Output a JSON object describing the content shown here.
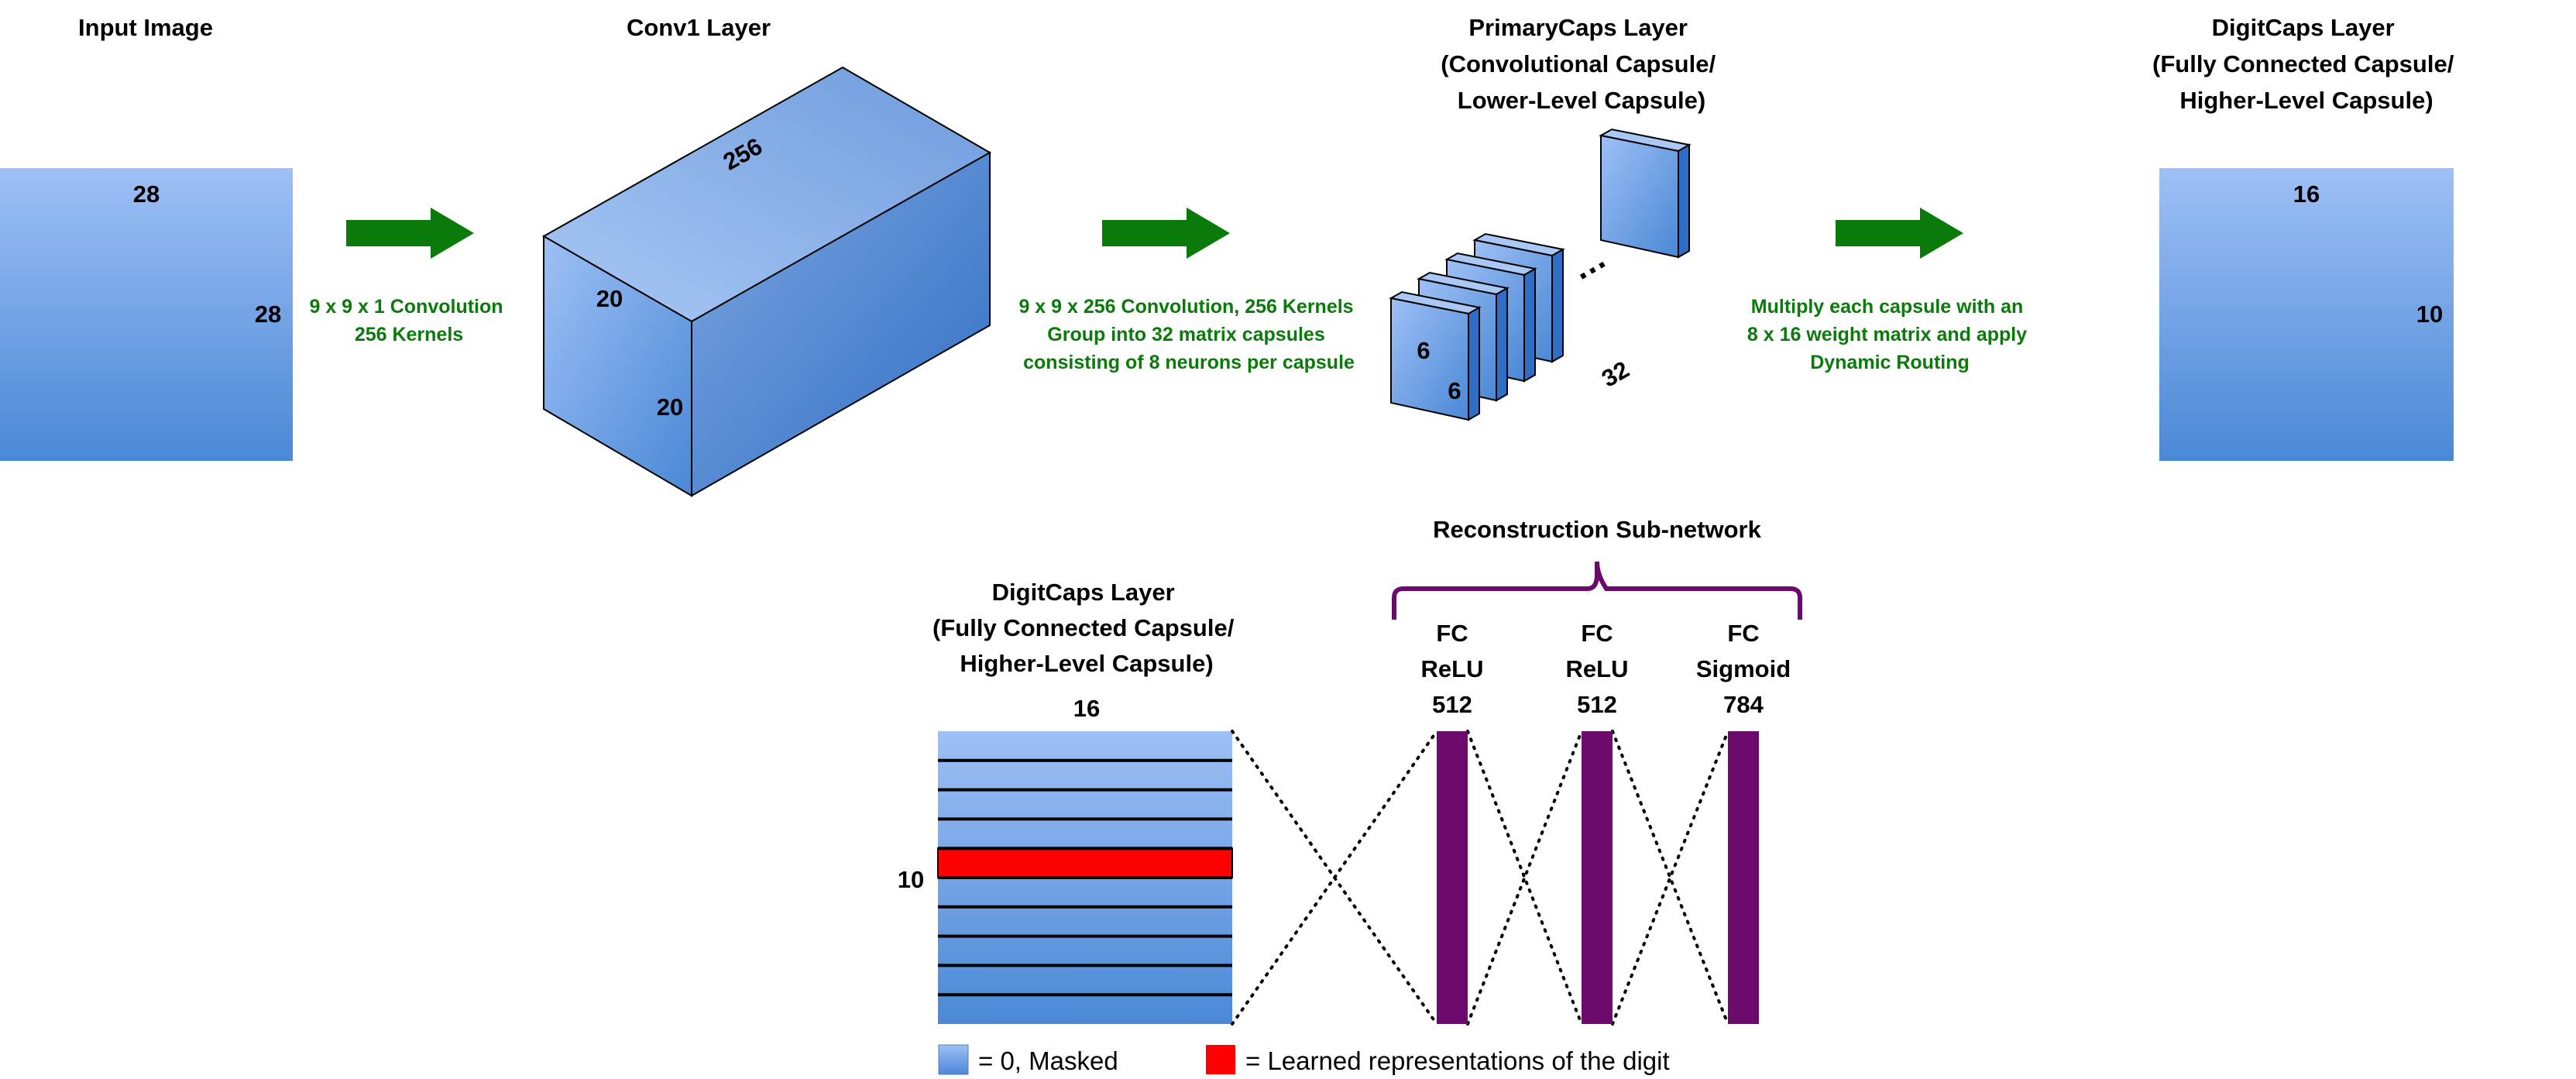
{
  "colors": {
    "box_top": "#9ec0f5",
    "box_bottom": "#4a88d6",
    "arrow": "#0a7a0a",
    "purple": "#6b0a6b",
    "red": "#ff0000",
    "op_text": "#0a7a0a"
  },
  "input_image": {
    "title": "Input Image",
    "width_label": "28",
    "height_label": "28"
  },
  "arrow1": {
    "caption": [
      "9 x 9 x 1 Convolution",
      "256 Kernels"
    ]
  },
  "conv1": {
    "title": "Conv1 Layer",
    "depth_label": "256",
    "side_label": "20",
    "front_label": "20"
  },
  "arrow2": {
    "caption": [
      "9 x 9 x 256 Convolution, 256 Kernels",
      "Group into 32 matrix capsules",
      "consisting of 8 neurons per capsule"
    ]
  },
  "primarycaps": {
    "title": [
      "PrimaryCaps Layer",
      "(Convolutional Capsule/",
      "Lower-Level Capsule)"
    ],
    "width_label": "6",
    "height_label": "6",
    "ellipsis": "…",
    "count_label": "32"
  },
  "arrow3": {
    "caption": [
      "Multiply each capsule with an",
      "8 x 16 weight matrix and apply",
      "Dynamic Routing"
    ]
  },
  "digitcaps_top": {
    "title": [
      "DigitCaps Layer",
      "(Fully Connected Capsule/",
      "Higher-Level Capsule)"
    ],
    "width_label": "16",
    "height_label": "10"
  },
  "reconstruction": {
    "title": "Reconstruction Sub-network"
  },
  "digitcaps_bottom": {
    "title": [
      "DigitCaps Layer",
      "(Fully Connected Capsule/",
      "Higher-Level Capsule)"
    ],
    "width_label": "16",
    "height_label": "10",
    "rows": 10,
    "highlighted_row": 4
  },
  "fc_layers": [
    {
      "lines": [
        "FC",
        "ReLU",
        "512"
      ]
    },
    {
      "lines": [
        "FC",
        "ReLU",
        "512"
      ]
    },
    {
      "lines": [
        "FC",
        "Sigmoid",
        "784"
      ]
    }
  ],
  "legend": {
    "masked": "= 0, Masked",
    "learned": "= Learned representations of the digit"
  }
}
